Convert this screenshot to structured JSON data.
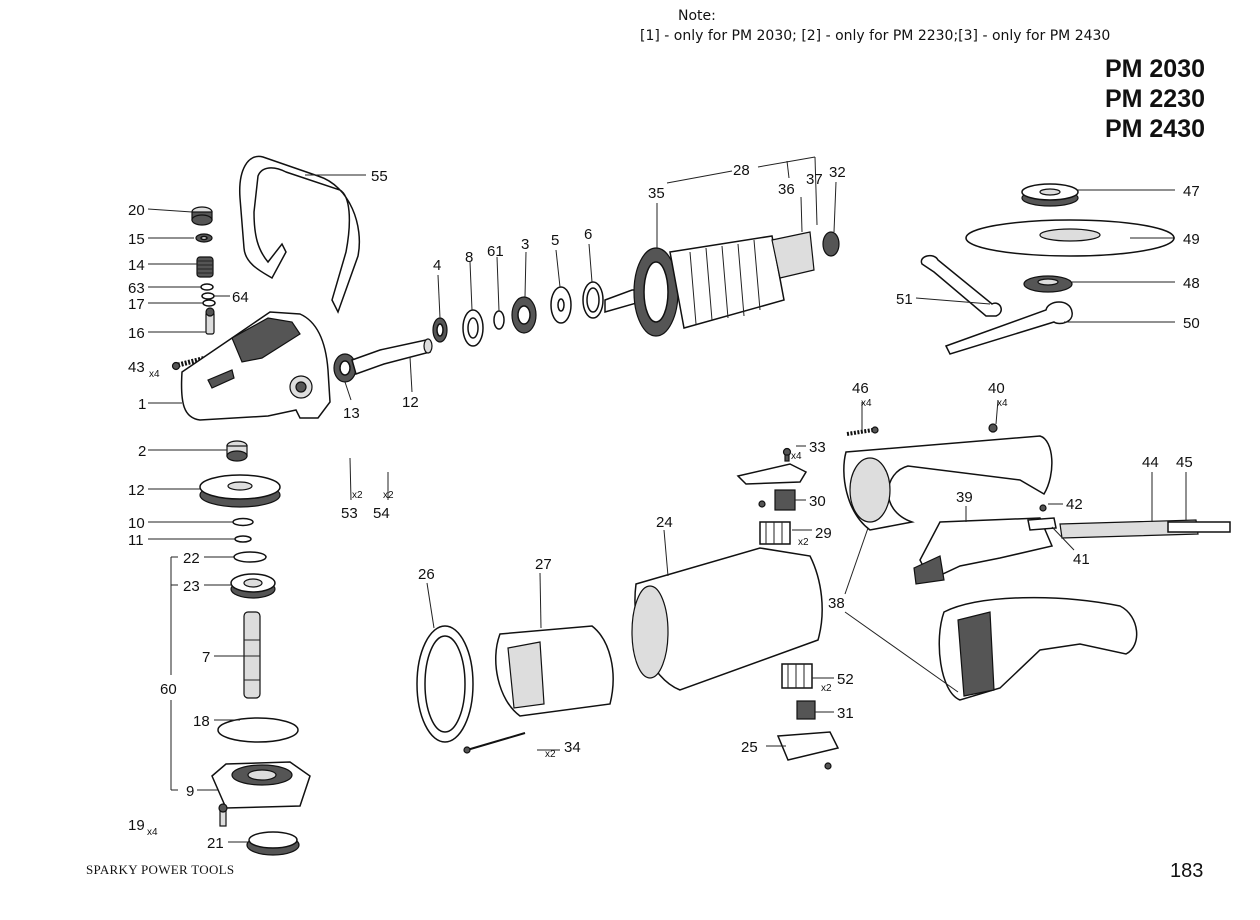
{
  "note": {
    "title": "Note:",
    "text": "[1] - only for PM 2030; [2] - only for PM 2230;[3] - only for PM 2430"
  },
  "models": [
    "PM 2030",
    "PM 2230",
    "PM 2430"
  ],
  "footer": {
    "brand": "SPARKY POWER TOOLS",
    "page_number": "183"
  },
  "labels": {
    "l1": "1",
    "l2": "2",
    "l3": "3",
    "l4": "4",
    "l5": "5",
    "l6": "6",
    "l7": "7",
    "l8": "8",
    "l9": "9",
    "l10": "10",
    "l11": "11",
    "l12a": "12",
    "l12b": "12",
    "l13": "13",
    "l14": "14",
    "l15": "15",
    "l16": "16",
    "l17": "17",
    "l18": "18",
    "l19": "19",
    "l20": "20",
    "l21": "21",
    "l22": "22",
    "l23": "23",
    "l24": "24",
    "l25": "25",
    "l26": "26",
    "l27": "27",
    "l28": "28",
    "l29": "29",
    "l30": "30",
    "l31": "31",
    "l32": "32",
    "l33": "33",
    "l34": "34",
    "l35": "35",
    "l36": "36",
    "l37": "37",
    "l38": "38",
    "l39": "39",
    "l40": "40",
    "l41": "41",
    "l42": "42",
    "l43": "43",
    "l44": "44",
    "l45": "45",
    "l46": "46",
    "l47": "47",
    "l48": "48",
    "l49": "49",
    "l50": "50",
    "l51": "51",
    "l52": "52",
    "l53": "53",
    "l54": "54",
    "l55": "55",
    "l60": "60",
    "l61": "61",
    "l63": "63",
    "l64": "64"
  },
  "quantities": {
    "q19": "x4",
    "q29": "x2",
    "q33": "x4",
    "q34": "x2",
    "q40": "x4",
    "q43": "x4",
    "q46": "x4",
    "q52": "x2",
    "q53": "x2",
    "q54": "x2"
  }
}
